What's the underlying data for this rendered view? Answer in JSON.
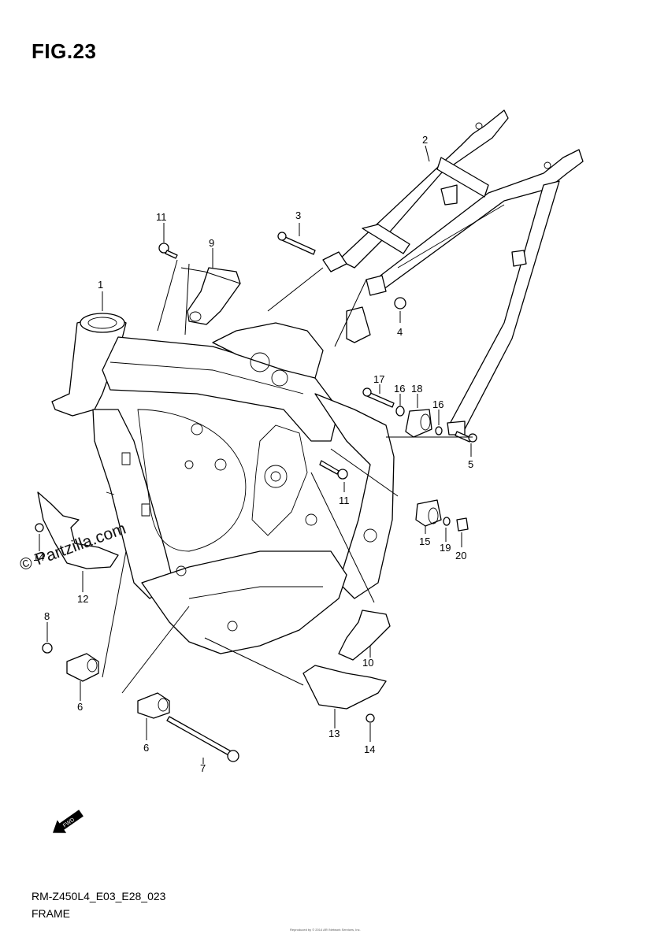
{
  "figure": {
    "title": "FIG.23"
  },
  "watermark": "© Partzilla.com",
  "fwd_label": "FWD",
  "footer": {
    "code": "RM-Z450L4_E03_E28_023",
    "caption": "FRAME",
    "small_text": "Reproduced by © 2014 ARI Network Services, Inc."
  },
  "callouts": [
    "1",
    "2",
    "3",
    "4",
    "5",
    "6",
    "6",
    "7",
    "8",
    "9",
    "10",
    "11",
    "11",
    "12",
    "13",
    "14",
    "14",
    "15",
    "16",
    "16",
    "17",
    "18",
    "19",
    "20"
  ]
}
